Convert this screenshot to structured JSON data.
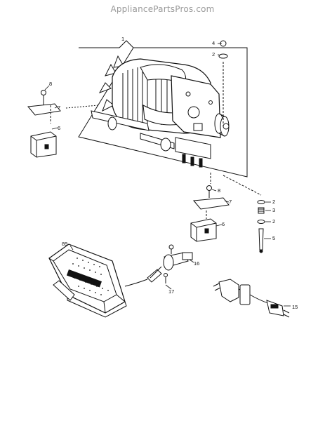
{
  "watermark": "AppliancePartsPros.com",
  "callouts": {
    "c1": "1",
    "c4": "4",
    "c2a": "2",
    "c8a": "8",
    "c7a": "7",
    "c6a": "6",
    "c8b": "8",
    "c7b": "7",
    "c6b": "6",
    "c2b": "2",
    "c3": "3",
    "c2c": "2",
    "c5": "5",
    "c89": "89",
    "c16": "16",
    "c17": "17",
    "c15": "15"
  },
  "pedal_text": "ELECTRONIC",
  "colors": {
    "ink": "#111111",
    "watermark": "#9a9a9a",
    "background": "#ffffff"
  }
}
